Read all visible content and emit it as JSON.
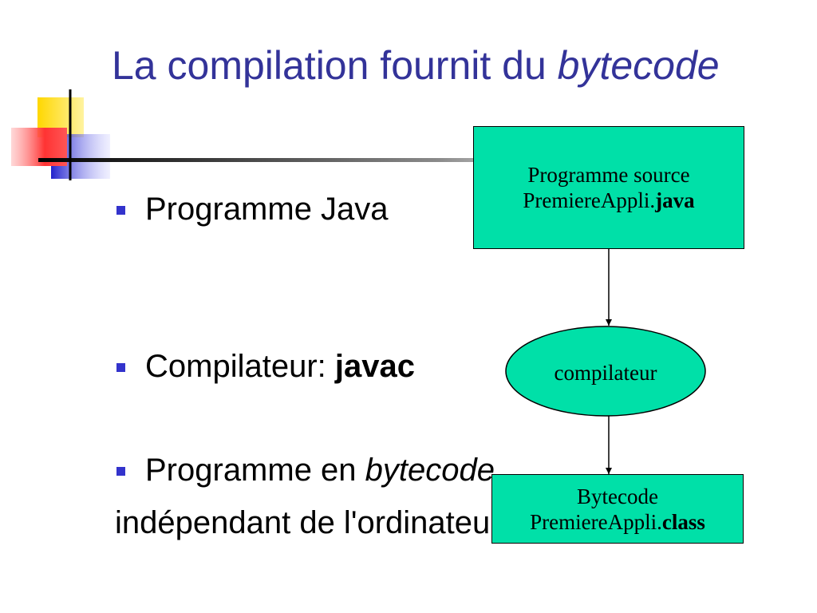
{
  "slide": {
    "title_plain": "La compilation fournit du ",
    "title_italic": "bytecode"
  },
  "bullets": {
    "b1": "Programme Java",
    "b2_plain": "Compilateur: ",
    "b2_bold": "javac",
    "b3_plain": "Programme en ",
    "b3_italic": "bytecode",
    "continuation": "indépendant de l'ordinateur"
  },
  "diagram": {
    "source_line1": "Programme source",
    "source_line2_plain": "PremiereAppli.",
    "source_line2_bold": "java",
    "compiler_label": "compilateur",
    "bytecode_line1": "Bytecode",
    "bytecode_line2_plain": "PremiereAppli.",
    "bytecode_line2_bold": "class"
  },
  "colors": {
    "title": "#333399",
    "bullet_marker": "#3333cc",
    "node_fill": "#00e0a8",
    "deco_yellow": "#ffd700",
    "deco_red": "#ff3333",
    "deco_blue": "#3333cc"
  }
}
